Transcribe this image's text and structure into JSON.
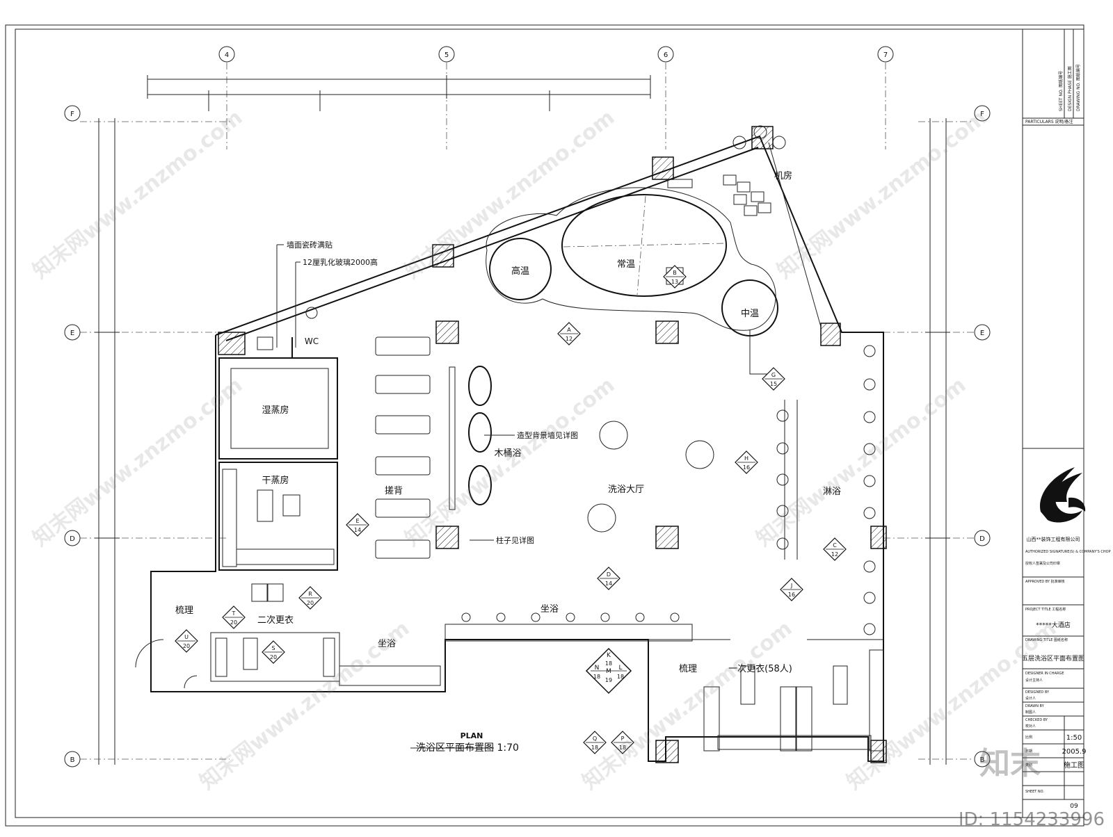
{
  "grid": {
    "columns": [
      "4",
      "5",
      "6",
      "7"
    ],
    "rows": [
      "F",
      "E",
      "D",
      "B"
    ]
  },
  "rooms": {
    "gaowen": "高温",
    "changwen": "常温",
    "zhongwen": "中温",
    "jifang": "机房",
    "wc": "WC",
    "shizhengfang": "湿蒸房",
    "ganzhengfang": "干蒸房",
    "mutongyu": "木桶浴",
    "cuobei": "搓背",
    "xiyudating": "洗浴大厅",
    "linyu": "淋浴",
    "shuli_left": "梳理",
    "ercigengyi": "二次更衣",
    "zuoyu_top": "坐浴",
    "zuoyu_bottom": "坐浴",
    "shuli_right": "梳理",
    "yicigengyi": "一次更衣(58人)"
  },
  "notes": {
    "tile": "墙面瓷砖满贴",
    "glass": "12厘乳化玻璃2000高",
    "wall_detail": "造型背景墙见详图",
    "column_detail": "柱子见详图"
  },
  "markers": [
    {
      "letter": "A",
      "num": "12"
    },
    {
      "letter": "B",
      "num": "13"
    },
    {
      "letter": "G",
      "num": "15"
    },
    {
      "letter": "H",
      "num": "16"
    },
    {
      "letter": "E",
      "num": "14"
    },
    {
      "letter": "C",
      "num": "12"
    },
    {
      "letter": "D",
      "num": "14"
    },
    {
      "letter": "J",
      "num": "16"
    },
    {
      "letter": "R",
      "num": "20"
    },
    {
      "letter": "T",
      "num": "20"
    },
    {
      "letter": "U",
      "num": "20"
    },
    {
      "letter": "S",
      "num": "20"
    },
    {
      "letter": "Q",
      "num": "18"
    },
    {
      "letter": "P",
      "num": "18"
    }
  ],
  "compound_marker": {
    "k": "K",
    "n": "N",
    "l": "L",
    "m": "M",
    "v1": "18",
    "v2": "18",
    "v3": "18",
    "v4": "19"
  },
  "plan_title": {
    "plan": "PLAN",
    "title": "洗浴区平面布置图 1:70"
  },
  "title_block": {
    "design_phase": "DESIGN PHASE 施工图",
    "drawing_no": "DRAWING NO. 图纸编号",
    "sheet_no": "SHEET NO. 图纸编号",
    "particulars": "PARTICULARS 说明/备注",
    "company": "山西**装饰工程有限公司",
    "authorized": "AUTHORIZED SIGNATURE(S) & COMPANY'S CHOP",
    "authorized_cn": "授权人签署及公司印章",
    "approved": "APPROVED BY 批准审核",
    "project_label": "PROJECT TITLE 工程名称",
    "project": "*****大酒店",
    "drawing_title_label": "DRAWING TITLE 图纸名称",
    "drawing_title": "五层洗浴区平面布置图",
    "designer_in_charge": "DESIGNER IN CHARGE",
    "designer_in_charge_cn": "设计主持人",
    "designed_by": "DESIGNED BY",
    "designed_by_cn": "设计人",
    "drawn_by": "DRAWN BY",
    "drawn_by_cn": "制图人",
    "checked_by": "CHECKED BY",
    "checked_by_cn": "校对人",
    "scale_label": "比例",
    "scale": "1:50",
    "date_label": "日期",
    "date": "2005.9",
    "type_label": "类别",
    "type": "施工图",
    "sheet_label": "SHEET NO.",
    "sheet": "09"
  },
  "watermark": {
    "text": "知末网www.znzmo.com",
    "brand": "知末",
    "image_id": "ID: 1154233996"
  },
  "colors": {
    "line": "#111111",
    "paper": "#ffffff",
    "watermark": "#888888"
  }
}
